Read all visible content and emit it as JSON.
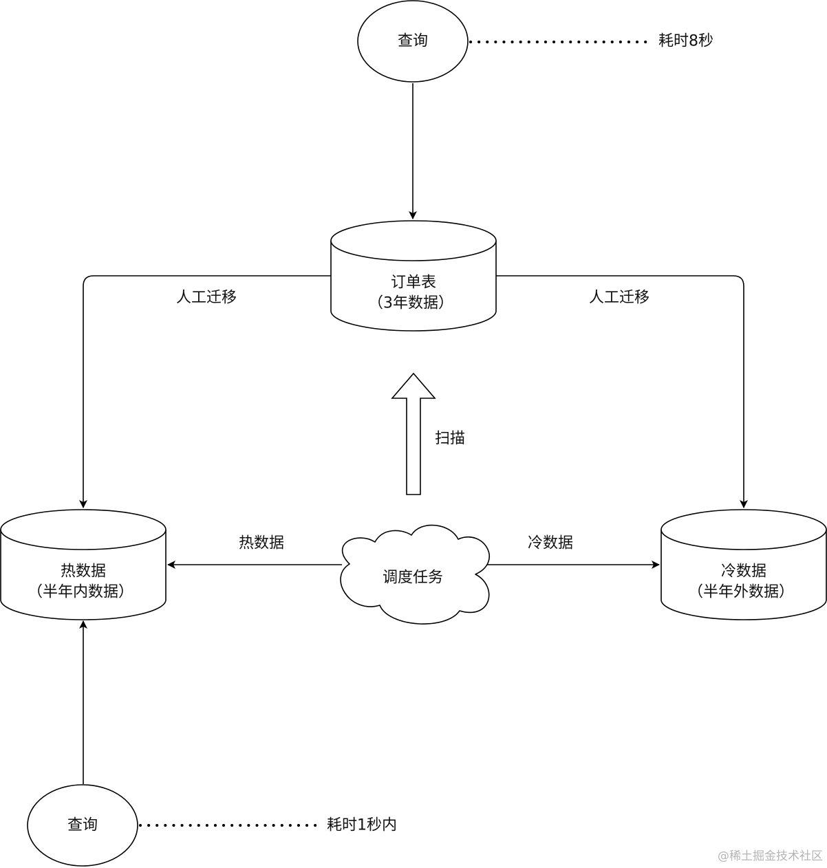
{
  "nodes": {
    "query_top": {
      "label": "查询"
    },
    "time_top": {
      "label": "耗时8秒"
    },
    "order_table": {
      "line1": "订单表",
      "line2": "（3年数据）"
    },
    "hot_data": {
      "line1": "热数据",
      "line2": "（半年内数据）"
    },
    "cold_data": {
      "line1": "冷数据",
      "line2": "（半年外数据）"
    },
    "scheduler": {
      "label": "调度任务"
    },
    "query_bottom": {
      "label": "查询"
    },
    "time_bottom": {
      "label": "耗时1秒内"
    }
  },
  "edges": {
    "manual_left": "人工迁移",
    "manual_right": "人工迁移",
    "scan": "扫描",
    "hot_edge": "热数据",
    "cold_edge": "冷数据"
  },
  "watermark": "@稀土掘金技术社区",
  "colors": {
    "stroke": "#000000",
    "fill": "#ffffff",
    "text": "#111111",
    "watermark": "#b5b5b5"
  }
}
